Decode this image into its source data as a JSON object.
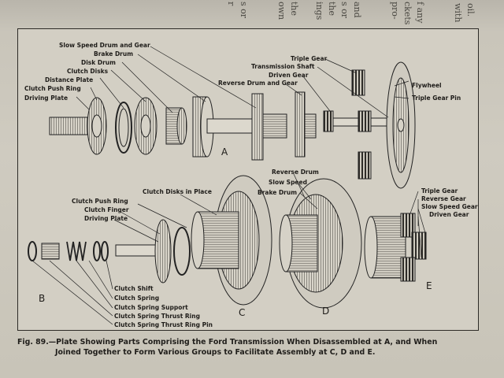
{
  "previous_page_fragments": [
    "oil.",
    "with",
    "f any",
    "ckets",
    "pro-",
    "and",
    "s or",
    "the",
    "ings",
    "the",
    "own",
    "s or",
    "r"
  ],
  "figure": {
    "top_labels": {
      "slow_speed_drum_and_gear": "Slow Speed Drum and Gear",
      "brake_drum": "Brake Drum",
      "disk_drum": "Disk Drum",
      "clutch_disks": "Clutch Disks",
      "distance_plate": "Distance Plate",
      "clutch_push_ring": "Clutch Push Ring",
      "driving_plate": "Driving Plate",
      "triple_gear": "Triple Gear",
      "transmission_shaft": "Transmission Shaft",
      "driven_gear": "Driven Gear",
      "reverse_drum_and_gear": "Reverse Drum and Gear",
      "flywheel": "Flywheel",
      "triple_gear_pin": "Triple Gear Pin"
    },
    "middle_labels": {
      "clutch_disks_in_place": "Clutch Disks in Place",
      "reverse_drum": "Reverse Drum",
      "slow_speed": "Slow Speed",
      "brake_drum": "Brake Drum",
      "clutch_push_ring": "Clutch Push Ring",
      "clutch_finger": "Clutch Finger",
      "driving_plate": "Driving Plate",
      "triple_gear": "Triple Gear",
      "reverse_gear": "Reverse Gear",
      "slow_speed_gear": "Slow Speed Gear",
      "driven_gear": "Driven Gear"
    },
    "bottom_labels": {
      "clutch_shift": "Clutch Shift",
      "clutch_spring": "Clutch Spring",
      "clutch_spring_support": "Clutch Spring Support",
      "clutch_spring_thrust_ring": "Clutch Spring Thrust Ring",
      "clutch_spring_thrust_ring_pin": "Clutch Spring Thrust Ring Pin"
    },
    "group_letters": {
      "a": "A",
      "b": "B",
      "c": "C",
      "d": "D",
      "e": "E"
    }
  },
  "caption": {
    "line1": "Fig. 89.—Plate Showing Parts Comprising the Ford Transmission When Disassembled at A, and When",
    "line2": "Joined Together to Form Various Groups to Facilitate Assembly at C, D and E."
  }
}
